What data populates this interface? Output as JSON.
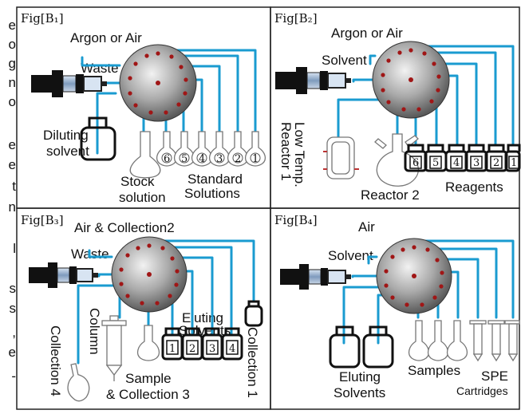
{
  "side_text": [
    "e",
    "o",
    "g",
    "n",
    "o",
    "e",
    "e",
    "t",
    "n",
    "l",
    "s",
    "s",
    ",",
    "e",
    "-"
  ],
  "panels": {
    "b1": {
      "fig_label": "Fig[B₁]",
      "argon": "Argon or Air",
      "waste": "Waste",
      "diluting": [
        "Diluting",
        "solvent"
      ],
      "stock": [
        "Stock",
        "solution"
      ],
      "standard": [
        "Standard",
        "Solutions"
      ],
      "flask_numbers": [
        "6",
        "5",
        "4",
        "3",
        "2",
        "1"
      ]
    },
    "b2": {
      "fig_label": "Fig[B₂]",
      "argon": "Argon or Air",
      "solvent": "Solvent",
      "low_temp": [
        "Low Temp.",
        "Reactor 1"
      ],
      "reactor2": "Reactor 2",
      "reagents": "Reagents",
      "bottle_numbers": [
        "6",
        "5",
        "4",
        "3",
        "2",
        "1"
      ]
    },
    "b3": {
      "fig_label": "Fig[B₃]",
      "air_collection": "Air & Collection2",
      "waste": "Waste",
      "column": "Column",
      "eluting": [
        "Eluting",
        "Solvents"
      ],
      "collection4": "Collection 4",
      "collection1": "Collection 1",
      "sample": [
        "Sample",
        "& Collection 3"
      ],
      "bottle_numbers": [
        "1",
        "2",
        "3",
        "4"
      ]
    },
    "b4": {
      "fig_label": "Fig[B₄]",
      "air": "Air",
      "solvent": "Solvent",
      "eluting": [
        "Eluting",
        "Solvents"
      ],
      "samples": "Samples",
      "spe": "SPE",
      "cartridges": "Cartridges"
    }
  }
}
